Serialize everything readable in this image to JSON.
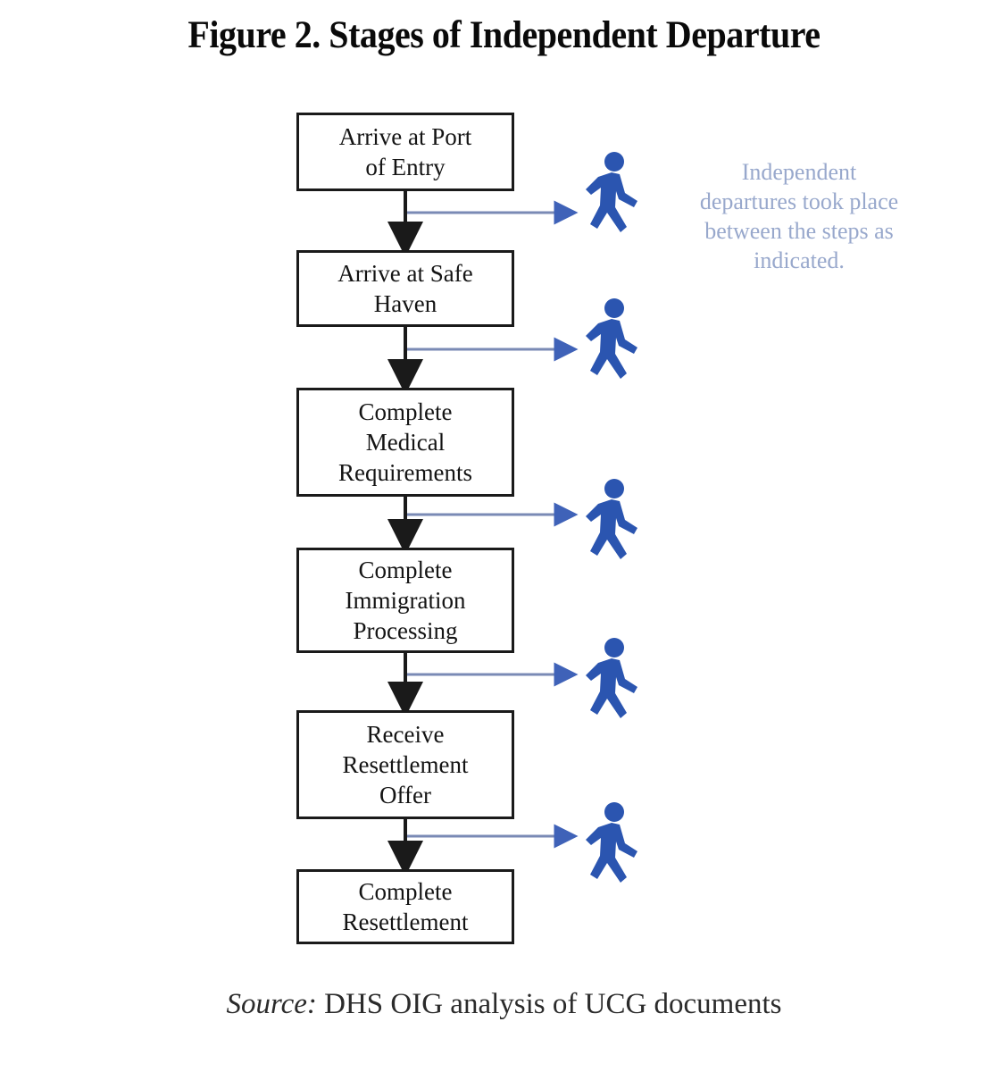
{
  "figure": {
    "title": "Figure 2. Stages of Independent Departure",
    "source_prefix": "Source:",
    "source_text": " DHS OIG analysis of UCG documents"
  },
  "annotation": {
    "text": "Independent\ndepartures took place\nbetween the steps as\nindicated.",
    "color": "#98a8cc"
  },
  "flow": {
    "box_border_color": "#1a1a1a",
    "arrow_color": "#1a1a1a",
    "branch_arrow_color": "#7a8ab5",
    "branch_arrowhead_color": "#3f62b8",
    "walker_color": "#2b55b0",
    "steps": [
      {
        "id": "arrive-port-of-entry",
        "label": "Arrive at Port\nof Entry"
      },
      {
        "id": "arrive-safe-haven",
        "label": "Arrive at Safe\nHaven"
      },
      {
        "id": "complete-medical-requirements",
        "label": "Complete\nMedical\nRequirements"
      },
      {
        "id": "complete-immigration-processing",
        "label": "Complete\nImmigration\nProcessing"
      },
      {
        "id": "receive-resettlement-offer",
        "label": "Receive\nResettlement\nOffer"
      },
      {
        "id": "complete-resettlement",
        "label": "Complete\nResettlement"
      }
    ],
    "departures": [
      {
        "id": "departure-after-port-of-entry",
        "icon": "walking-person-icon"
      },
      {
        "id": "departure-after-safe-haven",
        "icon": "walking-person-icon"
      },
      {
        "id": "departure-after-medical",
        "icon": "walking-person-icon"
      },
      {
        "id": "departure-after-immigration",
        "icon": "walking-person-icon"
      },
      {
        "id": "departure-after-resettlement-offer",
        "icon": "walking-person-icon"
      }
    ]
  }
}
